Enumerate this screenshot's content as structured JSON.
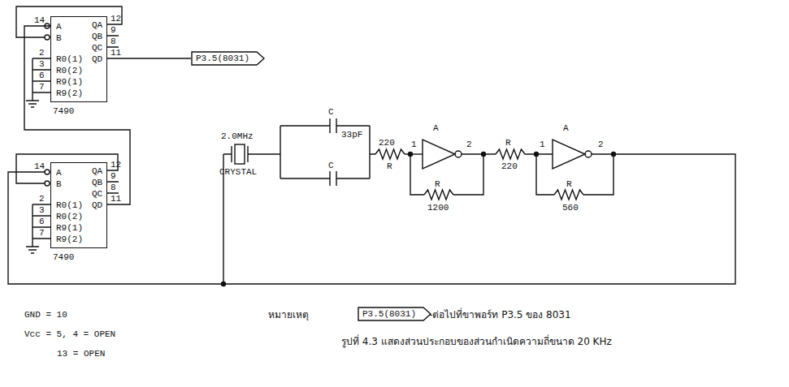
{
  "diagram": {
    "caption": "รูปที่ 4.3 แสดงส่วนประกอบของส่วนกำเนิดความถี่ขนาด 20 KHz",
    "nodes": [
      {
        "text": [
          "A",
          "B",
          "R0(1)",
          "R0(2)",
          "R9(1)",
          "R9(2)",
          "QA",
          "QB",
          "QC",
          "QD",
          "7490"
        ]
      },
      {
        "text": [
          "A",
          "B",
          "R0(1)",
          "R0(2)",
          "R9(1)",
          "R9(2)",
          "QA",
          "QB",
          "QC",
          "QD",
          "7490"
        ]
      },
      {
        "text": [
          "P3.5(8031)"
        ]
      },
      {
        "text": [
          "P3.5(8031)"
        ]
      }
    ],
    "edges": [
      {
        "from": 0,
        "to": 2,
        "arrow": "none"
      },
      {
        "from": 1,
        "to": 0,
        "arrow": "none"
      }
    ],
    "labels": [
      "14",
      "12",
      "9",
      "8",
      "11",
      "2",
      "3",
      "6",
      "7",
      "14",
      "12",
      "9",
      "8",
      "11",
      "2",
      "3",
      "6",
      "7",
      "2.0MHz",
      "CRYSTAL",
      "C",
      "33pF",
      "C",
      "220",
      "R",
      "A",
      "1",
      "2",
      "R",
      "1200",
      "R",
      "220",
      "A",
      "1",
      "2",
      "R",
      "560",
      "GND = 10",
      "หมายเหตุ",
      "-ต่อไปที่ขาพอร์ท P3.5 ของ 8031",
      "Vcc = 5, 4 = OPEN",
      "13 = OPEN"
    ]
  }
}
